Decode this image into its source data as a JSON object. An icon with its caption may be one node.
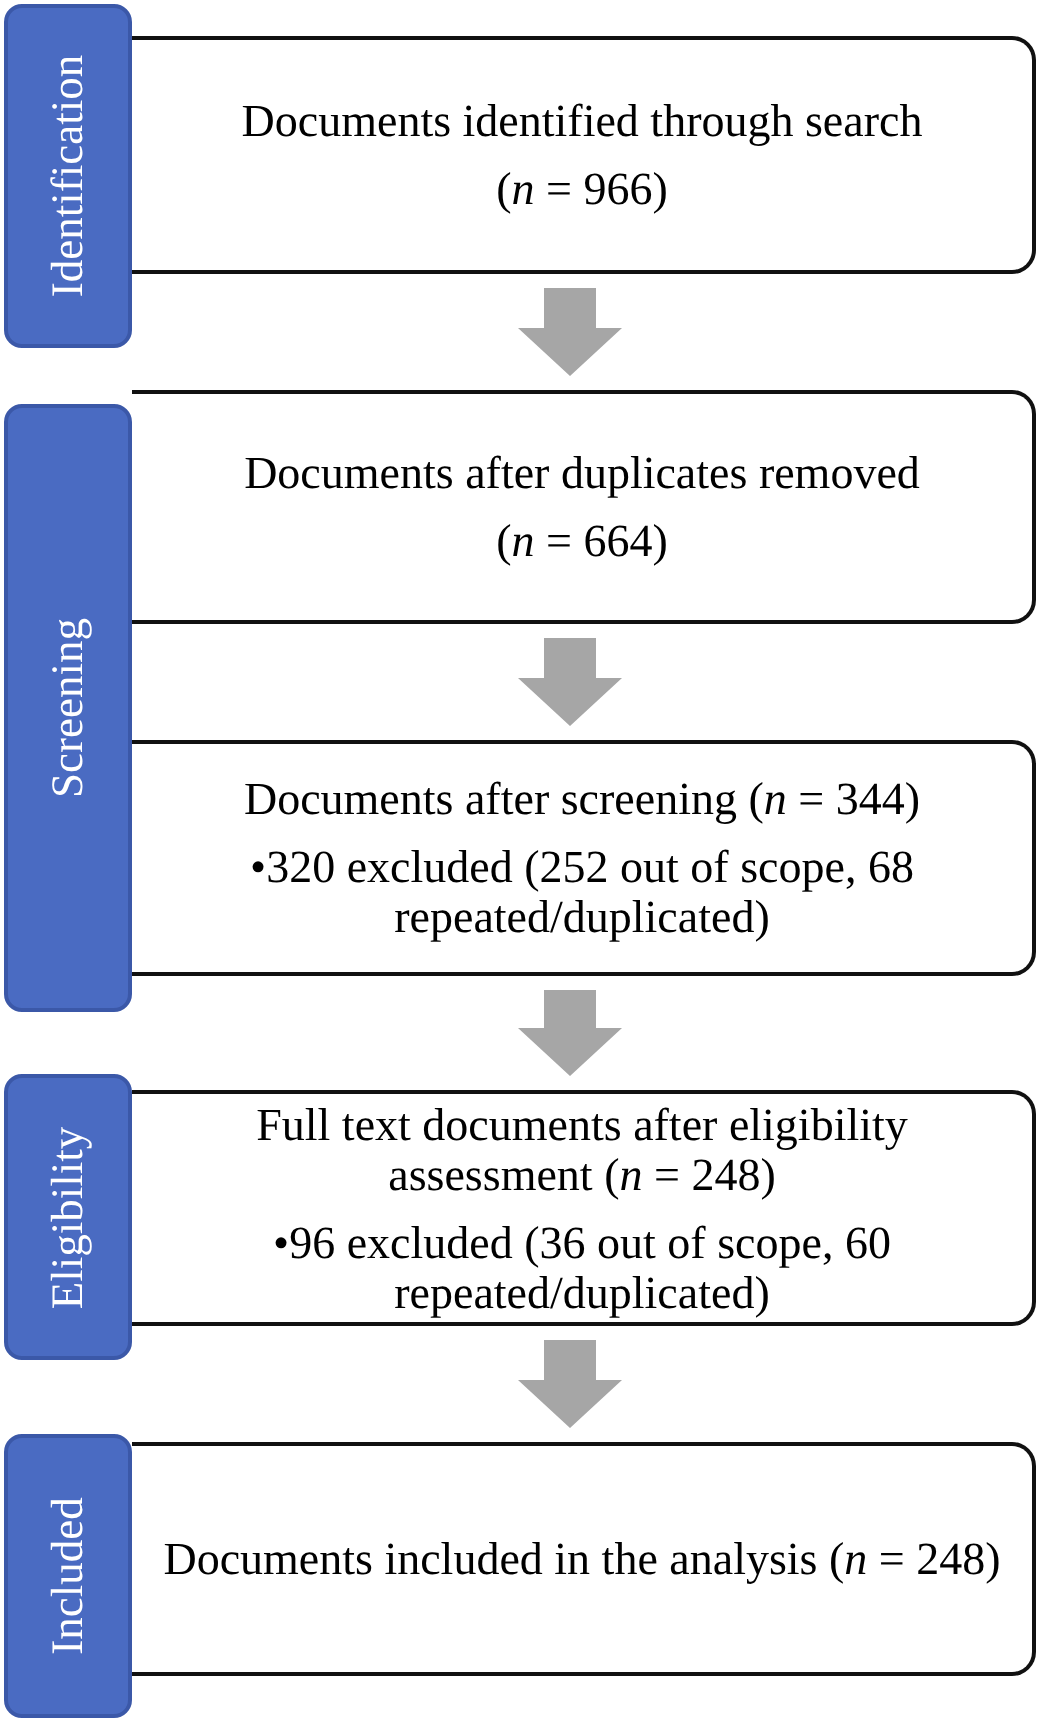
{
  "diagram": {
    "nodes": [
      {
        "text": [
          "Identification"
        ]
      },
      {
        "text": [
          "Documents identified through search",
          "(*n* = 966)"
        ]
      },
      {
        "text": [
          "Screening"
        ]
      },
      {
        "text": [
          "Documents after duplicates removed",
          "(*n* = 664)"
        ]
      },
      {
        "text": [
          "Documents after screening (*n* = 344)",
          "•320 excluded (252 out of scope, 68 repeated/duplicated)"
        ]
      },
      {
        "text": [
          "Eligibility"
        ]
      },
      {
        "text": [
          "Full text documents after eligibility assessment (*n* = 248)",
          "•96 excluded (36 out of scope, 60 repeated/duplicated)"
        ]
      },
      {
        "text": [
          "Included"
        ]
      },
      {
        "text": [
          "Documents included in the analysis (*n* = 248)"
        ]
      }
    ],
    "edges": [
      {
        "from": 1,
        "to": 3,
        "arrow": "to"
      },
      {
        "from": 3,
        "to": 4,
        "arrow": "to"
      },
      {
        "from": 4,
        "to": 6,
        "arrow": "to"
      },
      {
        "from": 6,
        "to": 8,
        "arrow": "to"
      }
    ]
  }
}
